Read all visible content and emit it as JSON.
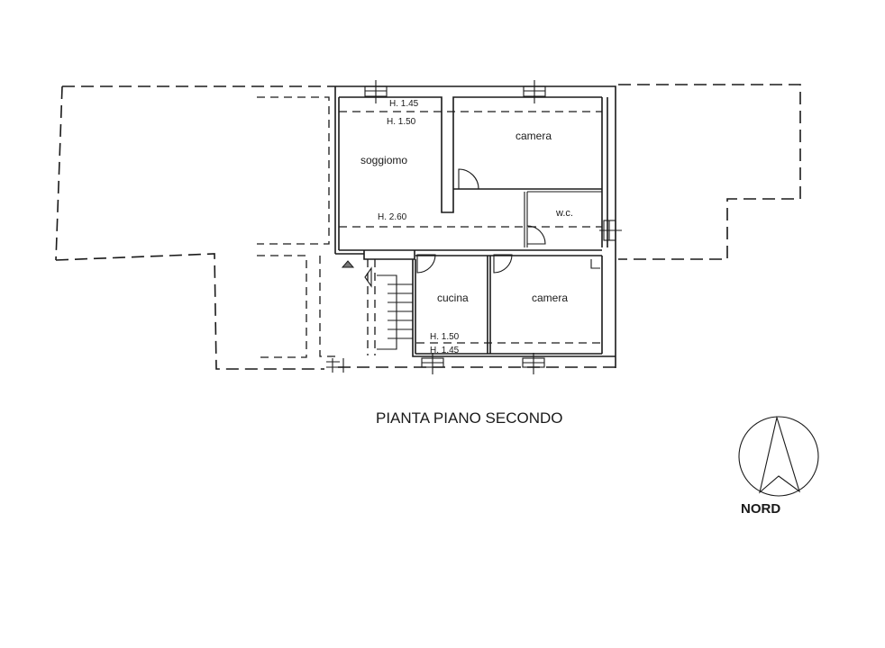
{
  "drawing": {
    "title": "PIANTA PIANO SECONDO",
    "north_label": "NORD",
    "rooms": [
      {
        "name": "soggiorno-room",
        "label": "soggiomo"
      },
      {
        "name": "camera-top-room",
        "label": "camera"
      },
      {
        "name": "wc-room",
        "label": "w.c."
      },
      {
        "name": "cucina-room",
        "label": "cucina"
      },
      {
        "name": "camera-bottom-room",
        "label": "camera"
      }
    ],
    "heights": {
      "top_h145": "H. 1.45",
      "top_h150": "H. 1.50",
      "mid_h260": "H. 2.60",
      "bottom_h150": "H. 1.50",
      "bottom_h145": "H. 1.45"
    }
  }
}
